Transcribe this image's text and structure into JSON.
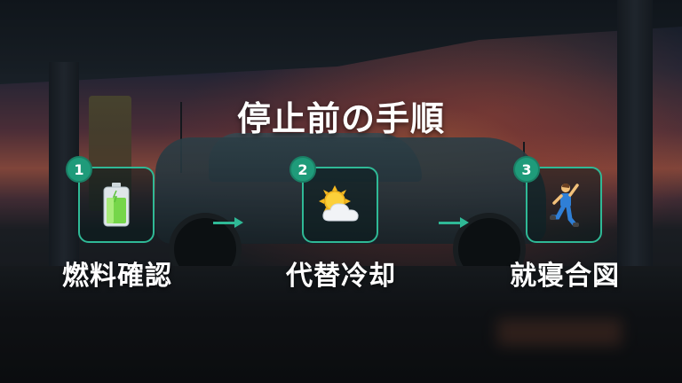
{
  "title": "停止前の手順",
  "steps": [
    {
      "number": "1",
      "label": "燃料確認",
      "icon": "battery-icon"
    },
    {
      "number": "2",
      "label": "代替冷却",
      "icon": "sun-behind-cloud-icon"
    },
    {
      "number": "3",
      "label": "就寝合図",
      "icon": "dancing-person-icon"
    }
  ],
  "colors": {
    "accent": "#2fb996",
    "badge": "#1f9b7a",
    "text": "#ffffff"
  }
}
